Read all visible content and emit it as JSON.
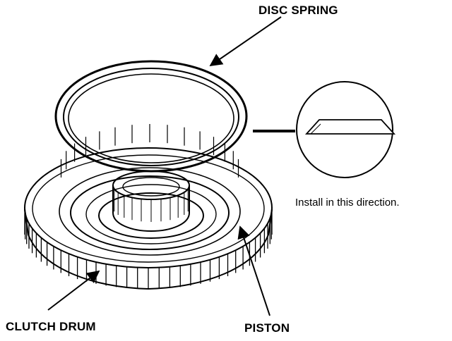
{
  "labels": {
    "disc_spring": "DISC SPRING",
    "clutch_drum": "CLUTCH DRUM",
    "piston": "PISTON"
  },
  "note": "Install in this direction.",
  "colors": {
    "ink": "#000000",
    "paper": "#ffffff"
  }
}
